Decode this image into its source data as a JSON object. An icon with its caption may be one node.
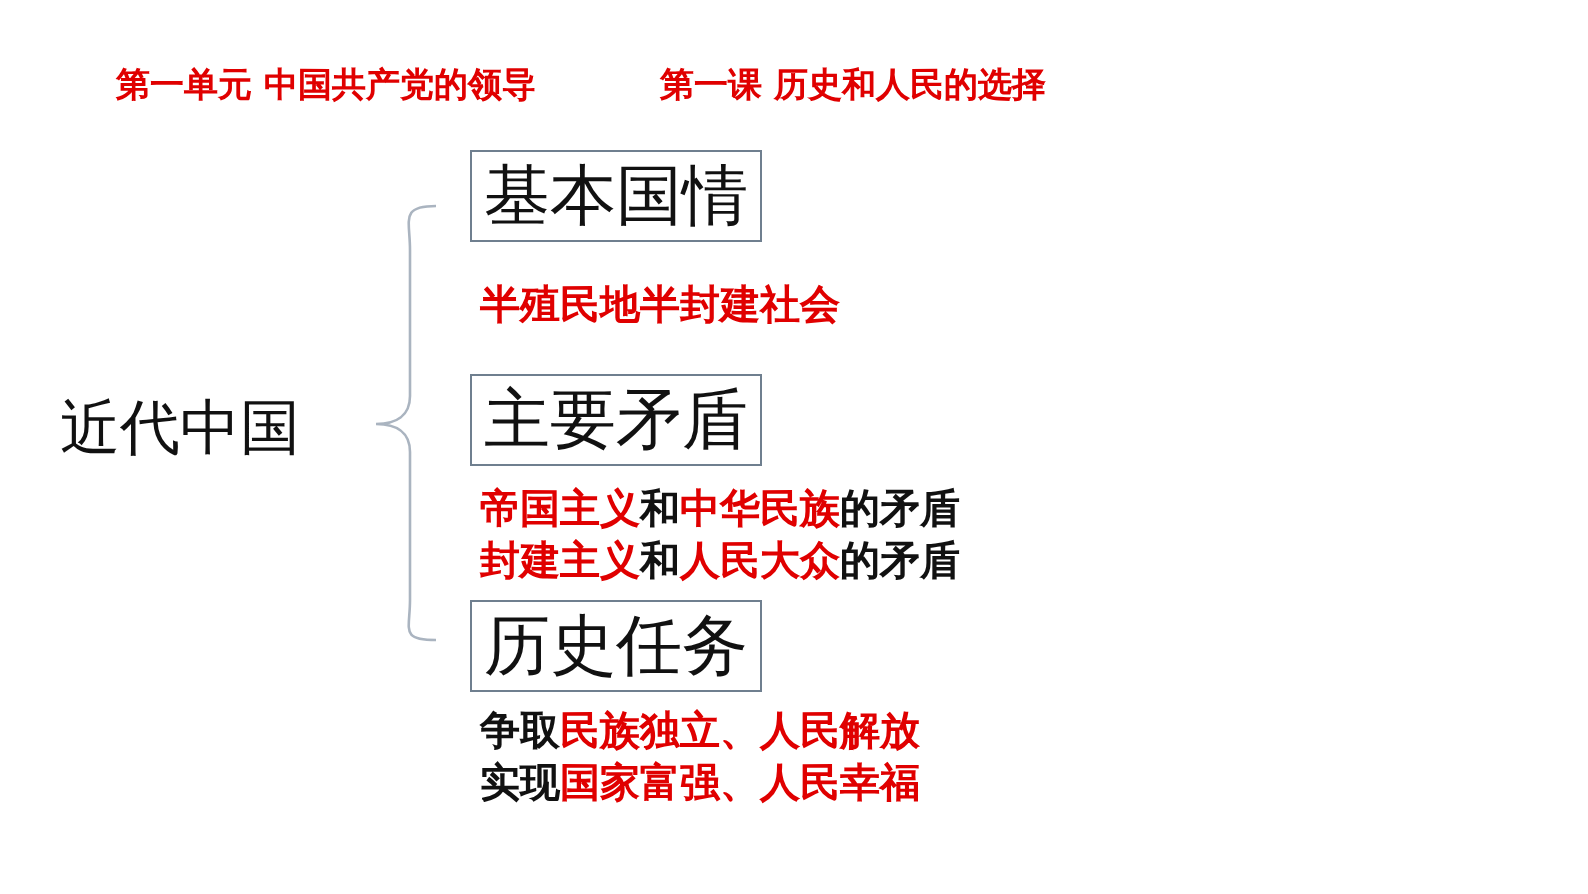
{
  "diagram": {
    "title": "第一单元 中国共产党的领导",
    "nodes": [
      {
        "text": [
          "基本国情"
        ],
        "beside": [
          "半殖民地半封建社会"
        ]
      },
      {
        "text": [
          "主要矛盾"
        ],
        "beside": [
          "**帝国主义**和**中华民族**的矛盾",
          "**封建主义**和**人民大众**的矛盾"
        ]
      },
      {
        "text": [
          "历史任务"
        ],
        "beside": [
          "争取**民族独立、人民解放**",
          "实现**国家富强、人民幸福**"
        ]
      }
    ],
    "labels": [
      "第一课 历史和人民的选择",
      "近代中国"
    ]
  }
}
